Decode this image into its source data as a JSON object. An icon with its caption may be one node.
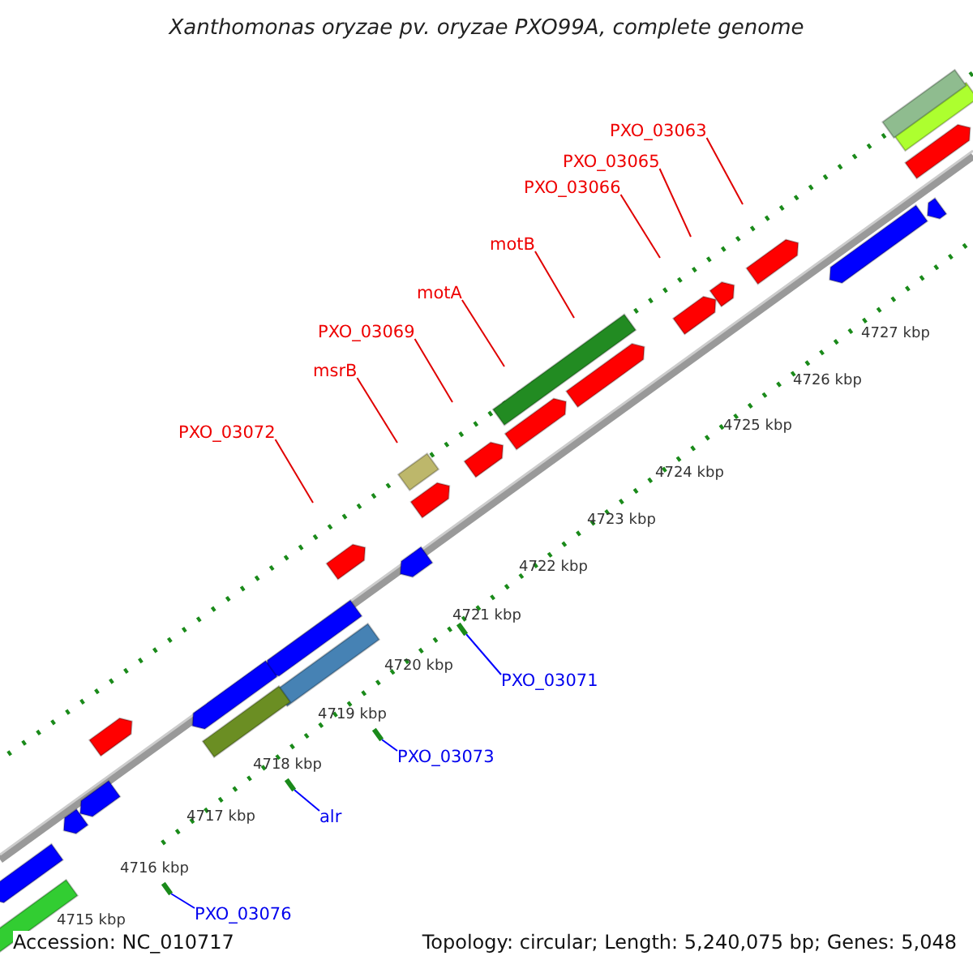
{
  "diagram": {
    "title": "Xanthomonas oryzae pv. oryzae PXO99A, complete genome",
    "nodes": [
      {
        "text": [
          "PXO_03063"
        ]
      },
      {
        "text": [
          "PXO_03065"
        ]
      },
      {
        "text": [
          "PXO_03066"
        ]
      },
      {
        "text": [
          "motB"
        ]
      },
      {
        "text": [
          "motA"
        ]
      },
      {
        "text": [
          "PXO_03069"
        ]
      },
      {
        "text": [
          "msrB"
        ]
      },
      {
        "text": [
          "PXO_03072"
        ]
      },
      {
        "text": [
          "PXO_03071"
        ]
      },
      {
        "text": [
          "PXO_03073"
        ]
      },
      {
        "text": [
          "alr"
        ]
      },
      {
        "text": [
          "PXO_03076"
        ]
      },
      {
        "text": [],
        "shape": "bar"
      },
      {
        "text": [],
        "shape": "bar"
      },
      {
        "text": [],
        "shape": "bar"
      },
      {
        "text": [],
        "shape": "bar"
      }
    ],
    "edges": [
      {
        "from": 0,
        "to": null,
        "arrow": "none"
      },
      {
        "from": 1,
        "to": null,
        "arrow": "none"
      },
      {
        "from": 2,
        "to": null,
        "arrow": "none"
      },
      {
        "from": 3,
        "to": null,
        "arrow": "none"
      },
      {
        "from": 4,
        "to": null,
        "arrow": "none"
      },
      {
        "from": 5,
        "to": null,
        "arrow": "none"
      },
      {
        "from": 6,
        "to": null,
        "arrow": "none"
      },
      {
        "from": 7,
        "to": null,
        "arrow": "none"
      },
      {
        "from": 8,
        "to": 12,
        "arrow": "none",
        "color": "#0000ff"
      },
      {
        "from": 9,
        "to": 13,
        "arrow": "none",
        "color": "#0000ff"
      },
      {
        "from": 10,
        "to": 14,
        "arrow": "none",
        "color": "#0000ff"
      },
      {
        "from": 11,
        "to": 15,
        "arrow": "none",
        "color": "#0000ff"
      }
    ],
    "labels": [
      "4727 kbp",
      "4726 kbp",
      "4725 kbp",
      "4724 kbp",
      "4723 kbp",
      "4722 kbp",
      "4721 kbp",
      "4720 kbp",
      "4719 kbp",
      "4718 kbp",
      "4717 kbp",
      "4716 kbp",
      "4715 kbp",
      "Accession: NC_010717",
      "Topology: circular; Length: 5,240,075 bp; Genes: 5,048"
    ]
  }
}
